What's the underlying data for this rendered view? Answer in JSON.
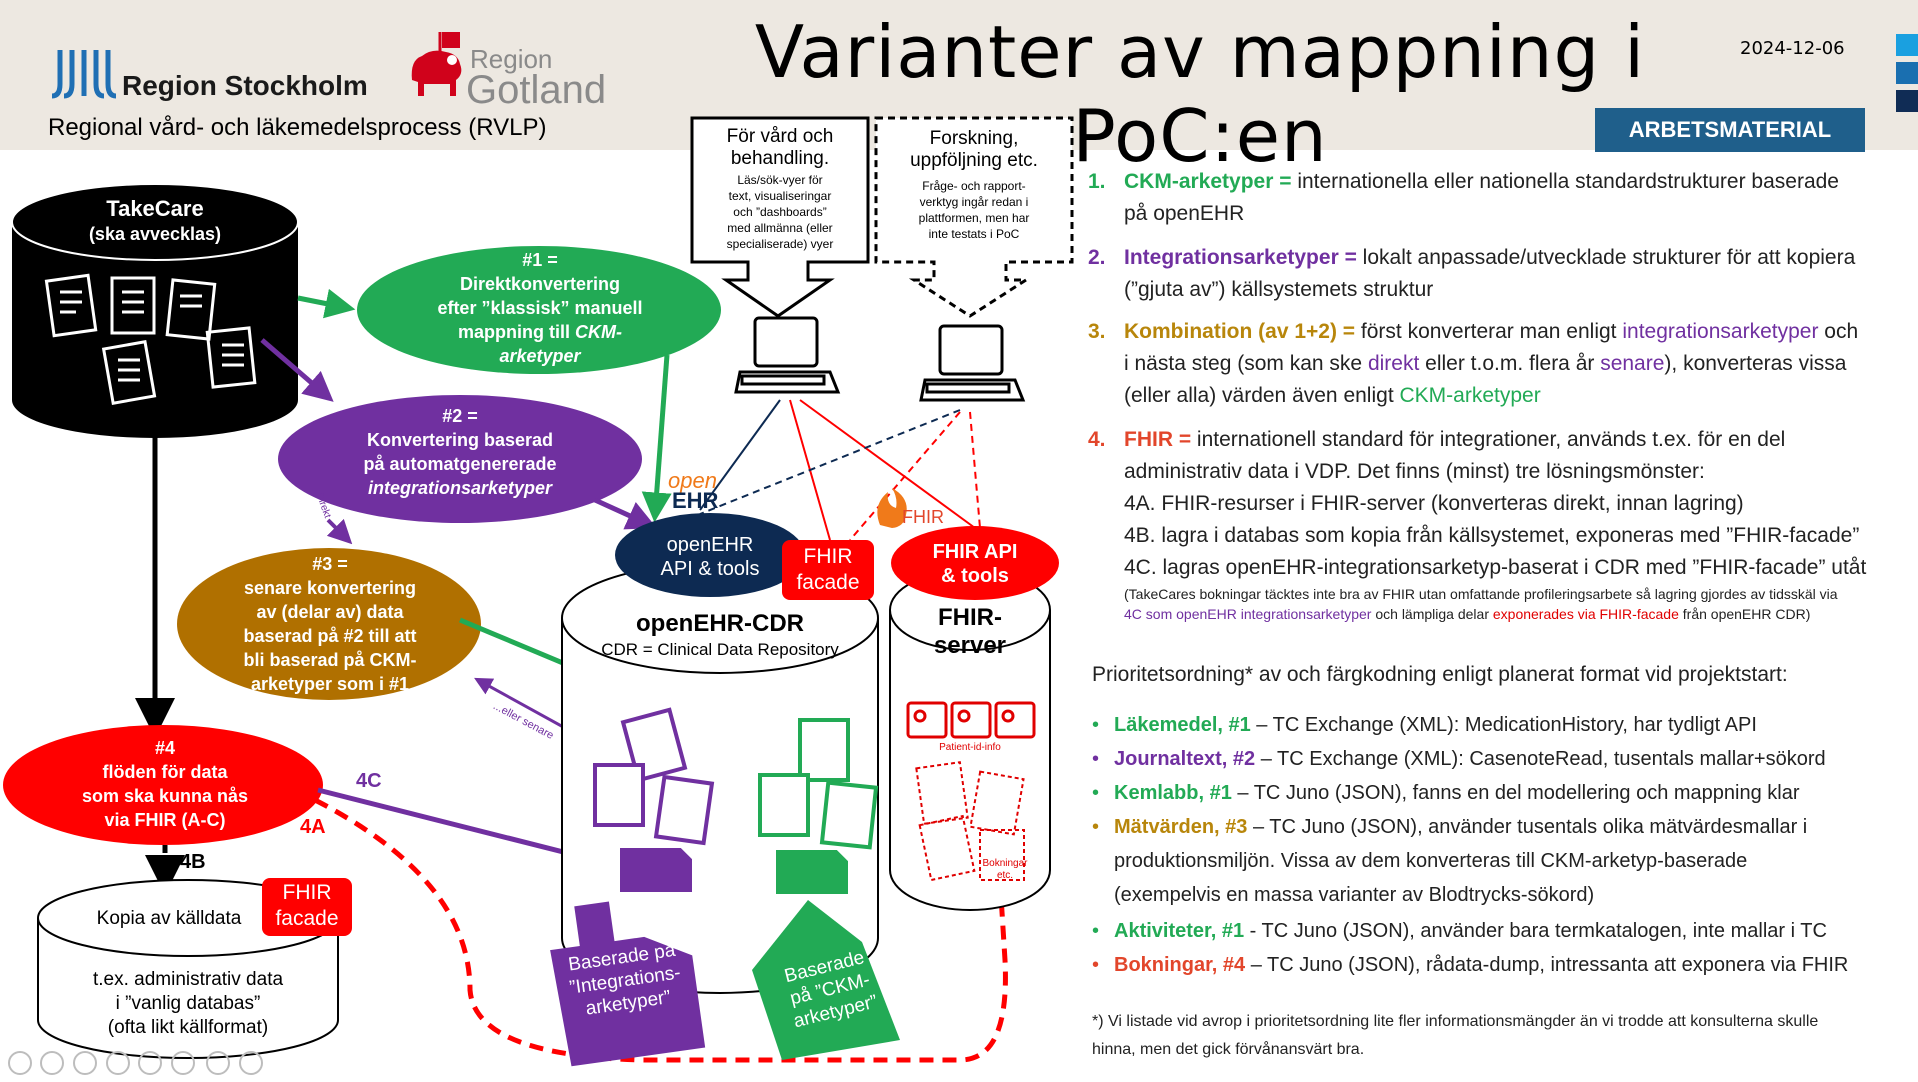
{
  "header": {
    "title": "Varianter av mappning i PoC:en",
    "date": "2024-12-06",
    "badge": "ARBETSMATERIAL",
    "subtitle": "Regional vård- och läkemedelsprocess (RVLP)",
    "logo_stockholm": "Region Stockholm",
    "logo_gotland_1": "Region",
    "logo_gotland_2": "Gotland"
  },
  "diagram": {
    "takecare": {
      "title": "TakeCare",
      "sub": "(ska avvecklas)"
    },
    "e1": {
      "l1": "#1 =",
      "l2": "Direktkonvertering",
      "l3": "efter ”klassisk” manuell",
      "l4": "mappning till ",
      "l4i": "CKM-",
      "l5i": "arketyper"
    },
    "e2": {
      "l1": "#2 =",
      "l2": "Konvertering baserad",
      "l3": "på automatgenererade",
      "l4i": "integrationsarketyper"
    },
    "e3": {
      "l1": "#3 =",
      "l2": "senare konvertering",
      "l3": "av (delar av) data",
      "l4": "baserad på #2 till att",
      "l5": "bli baserad på CKM-",
      "l6": "arketyper som i #1"
    },
    "e4": {
      "l1": "#4",
      "l2": "flöden för data",
      "l3": "som ska kunna nås",
      "l4": "via FHIR (A-C)"
    },
    "direkt_label": "Direkt",
    "eller_senare": "...eller senare",
    "box_vard": {
      "l1": "För vård och",
      "l2": "behandling.",
      "s1": "Läs/sök-vyer för",
      "s2": "text, visualiseringar",
      "s3": "och ”dashboards”",
      "s4": "med allmänna (eller",
      "s5": "specialiserade) vyer"
    },
    "box_forsk": {
      "l1": "Forskning,",
      "l2": "uppföljning etc.",
      "s1": "Fråge- och rapport-",
      "s2": "verktyg ingår redan i",
      "s3": "plattformen, men har",
      "s4": "inte testats i PoC"
    },
    "openehr_logo_1": "open",
    "openehr_logo_2": "EHR",
    "openehr_api": {
      "l1": "openEHR",
      "l2": "API & tools"
    },
    "fhir_facade_1": {
      "l1": "FHIR",
      "l2": "facade"
    },
    "fhir_logo": "FHIR",
    "fhir_api": {
      "l1": "FHIR API",
      "l2": "& tools"
    },
    "cdr": {
      "title": "openEHR-CDR",
      "sub": "CDR = Clinical Data Repository"
    },
    "fhir_server": {
      "l1": "FHIR-",
      "l2": "server"
    },
    "patient_id": "Patient-id-info",
    "bokningar": {
      "l1": "Bokningar",
      "l2": "etc."
    },
    "based_integration": {
      "l1": "Baserade på",
      "l2": "”Integrations-",
      "l3": "arketyper”"
    },
    "based_ckm": {
      "l1": "Baserade",
      "l2": "på ”CKM-",
      "l3": "arketyper”"
    },
    "label_4c": "4C",
    "label_4a": "4A",
    "label_4b": "4B",
    "kopia": {
      "title": "Kopia av källdata",
      "l1": "t.ex. administrativ data",
      "l2": "i ”vanlig databas”",
      "l3": "(ofta likt källformat)"
    },
    "fhir_facade_2": {
      "l1": "FHIR",
      "l2": "facade"
    }
  },
  "list": {
    "i1": {
      "num": "1.",
      "head": "CKM-arketyper =",
      "t1": " internationella eller nationella standardstrukturer baserade",
      "t2": "på openEHR"
    },
    "i2": {
      "num": "2.",
      "head": "Integrationsarketyper =",
      "t1": " lokalt anpassade/utvecklade strukturer för att kopiera",
      "t2": "(”gjuta av”) källsystemets struktur"
    },
    "i3": {
      "num": "3.",
      "head": "Kombination (av 1+2) =",
      "t1a": " först konverterar man enligt ",
      "t1b": "integrationsarketyper",
      "t1c": " och",
      "t2a": "i nästa steg (som kan ske ",
      "t2b": "direkt",
      "t2c": " eller t.o.m. flera år ",
      "t2d": "senare",
      "t2e": "), konverteras vissa",
      "t3a": "(eller alla) värden även enligt ",
      "t3b": "CKM-arketyper"
    },
    "i4": {
      "num": "4.",
      "head": "FHIR =",
      "t1": " internationell standard för integrationer, används t.ex. för en del",
      "t2": "administrativ data i VDP. Det finns (minst) tre lösningsmönster:",
      "t3": "4A. FHIR-resurser i FHIR-server (konverteras direkt, innan lagring)",
      "t4": "4B. lagra i databas som kopia från källsystemet, exponeras med ”FHIR-facade”",
      "t5": "4C. lagras openEHR-integrationsarketyp-baserat i CDR med ”FHIR-facade” utåt",
      "n1": "(TakeCares bokningar täcktes inte bra av FHIR utan omfattande profileringsarbete så lagring gjordes av tidsskäl via",
      "n2a": "4C som openEHR integrationsarketyper",
      "n2b": " och lämpliga delar ",
      "n2c": "exponerades via FHIR-facade",
      "n2d": " från openEHR CDR)"
    }
  },
  "priority": {
    "heading": "Prioritetsordning* av och färgkodning enligt planerat format vid projektstart:",
    "items": [
      {
        "head": "Läkemedel, #1",
        "text": " – TC Exchange (XML): MedicationHistory, har tydligt API"
      },
      {
        "head": "Journaltext, #2",
        "text": " – TC Exchange (XML): CasenoteRead, tusentals mallar+sökord"
      },
      {
        "head": "Kemlabb, #1",
        "text": " – TC Juno (JSON), fanns en del modellering och mappning klar"
      },
      {
        "head": "Mätvärden, #3",
        "text": " – TC Juno (JSON), använder tusentals olika mätvärdesmallar i",
        "text2": "produktionsmiljön. Vissa av dem konverteras till CKM-arketyp-baserade",
        "text3": "(exempelvis en massa varianter av Blodtrycks-sökord)"
      },
      {
        "head": "Aktiviteter, #1",
        "text": " - TC Juno (JSON), använder bara termkatalogen, inte mallar i TC"
      },
      {
        "head": "Bokningar, #4",
        "text": " – TC Juno (JSON), rådata-dump, intressanta att exponera via FHIR"
      }
    ],
    "footnote1": "*) Vi listade vid avrop i prioritetsordning lite fler informationsmängder än vi trodde att konsulterna skulle",
    "footnote2": "hinna, men det gick förvånansvärt bra."
  },
  "colors": {
    "green": "#22aa55",
    "purple": "#7030a0",
    "gold": "#b07000",
    "red": "#ff0000",
    "navy": "#0d2a52",
    "badge": "#1f5f8b"
  }
}
